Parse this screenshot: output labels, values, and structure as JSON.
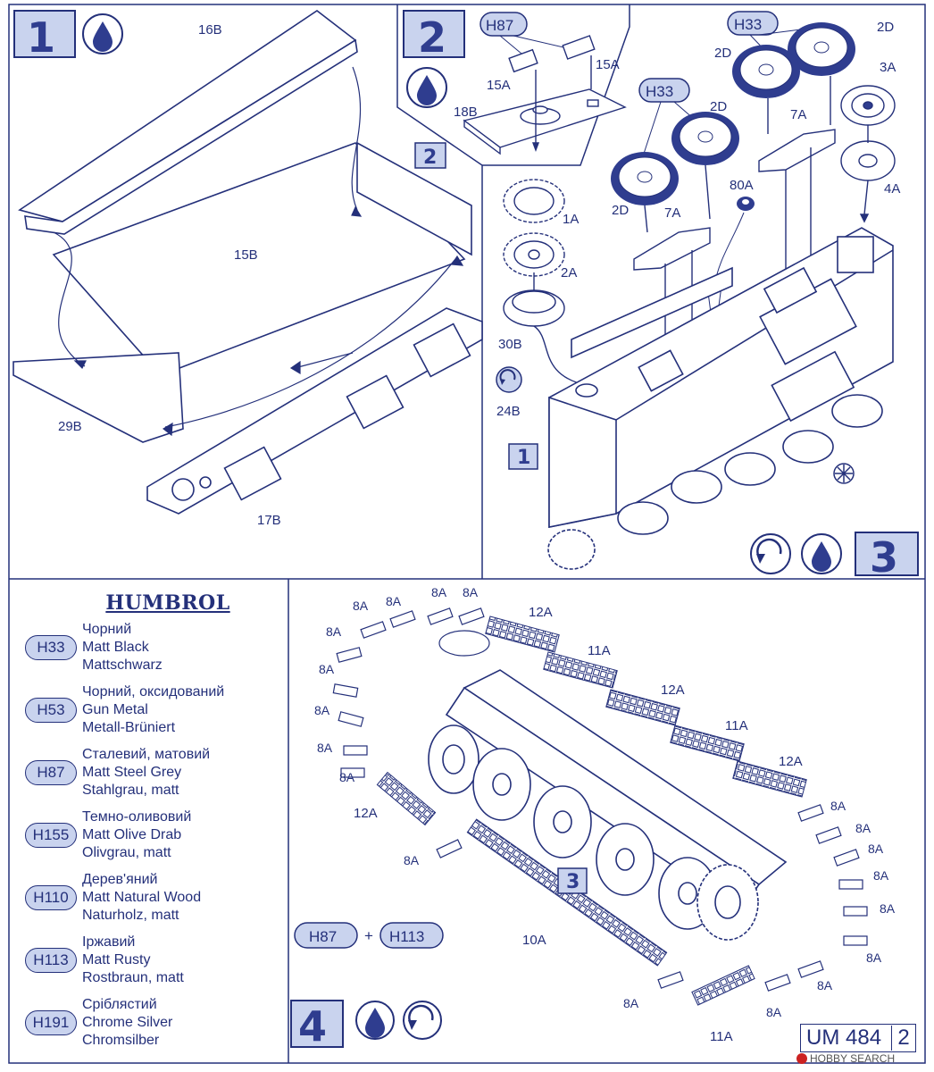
{
  "steps": {
    "s1": "1",
    "s2": "2",
    "s3": "3",
    "s4": "4",
    "ref2": "2",
    "ref1": "1",
    "ref3": "3"
  },
  "parts": {
    "p16B": "16B",
    "p15B": "15B",
    "p29B": "29B",
    "p17B": "17B",
    "p18B": "18B",
    "p15A_1": "15A",
    "p15A_2": "15A",
    "p1A": "1A",
    "p2A": "2A",
    "p30B": "30B",
    "p24B": "24B",
    "p2D_a": "2D",
    "p2D_b": "2D",
    "p2D_c": "2D",
    "p2D_d": "2D",
    "p7A_a": "7A",
    "p7A_b": "7A",
    "p80A": "80A",
    "p3A": "3A",
    "p4A": "4A",
    "p12A_a": "12A",
    "p11A_a": "11A",
    "p12A_b": "12A",
    "p11A_b": "11A",
    "p12A_c": "12A",
    "p12A_d": "12A",
    "p10A": "10A",
    "p11A_c": "11A",
    "p8A": "8A"
  },
  "paint_refs": {
    "h87_top": "H87",
    "h33_a": "H33",
    "h33_b": "H33",
    "h87_mix": "H87",
    "plus": "+",
    "h113_mix": "H113"
  },
  "legend": {
    "title": "HUMBROL",
    "items": [
      {
        "code": "H33",
        "line1": "Чорний",
        "line2": "Matt Black",
        "line3": "Mattschwarz"
      },
      {
        "code": "H53",
        "line1": "Чорний, оксидований",
        "line2": "Gun Metal",
        "line3": "Metall-Brüniert"
      },
      {
        "code": "H87",
        "line1": "Сталевий, матовий",
        "line2": "Matt Steel Grey",
        "line3": "Stahlgrau, matt"
      },
      {
        "code": "H155",
        "line1": "Темно-оливовий",
        "line2": "Matt Olive Drab",
        "line3": "Olivgrau, matt"
      },
      {
        "code": "H110",
        "line1": "Дерев'яний",
        "line2": "Matt Natural Wood",
        "line3": "Naturholz, matt"
      },
      {
        "code": "H113",
        "line1": "Іржавий",
        "line2": "Matt Rusty",
        "line3": "Rostbraun, matt"
      },
      {
        "code": "H191",
        "line1": "Сріблястий",
        "line2": "Chrome Silver",
        "line3": "Chromsilber"
      }
    ]
  },
  "footer": {
    "code": "UM 484",
    "page": "2",
    "watermark": "HOBBY SEARCH"
  },
  "colors": {
    "ink": "#24307a",
    "accent_box": "#c9d3ee",
    "badge_fill": "#2f3d8f"
  }
}
